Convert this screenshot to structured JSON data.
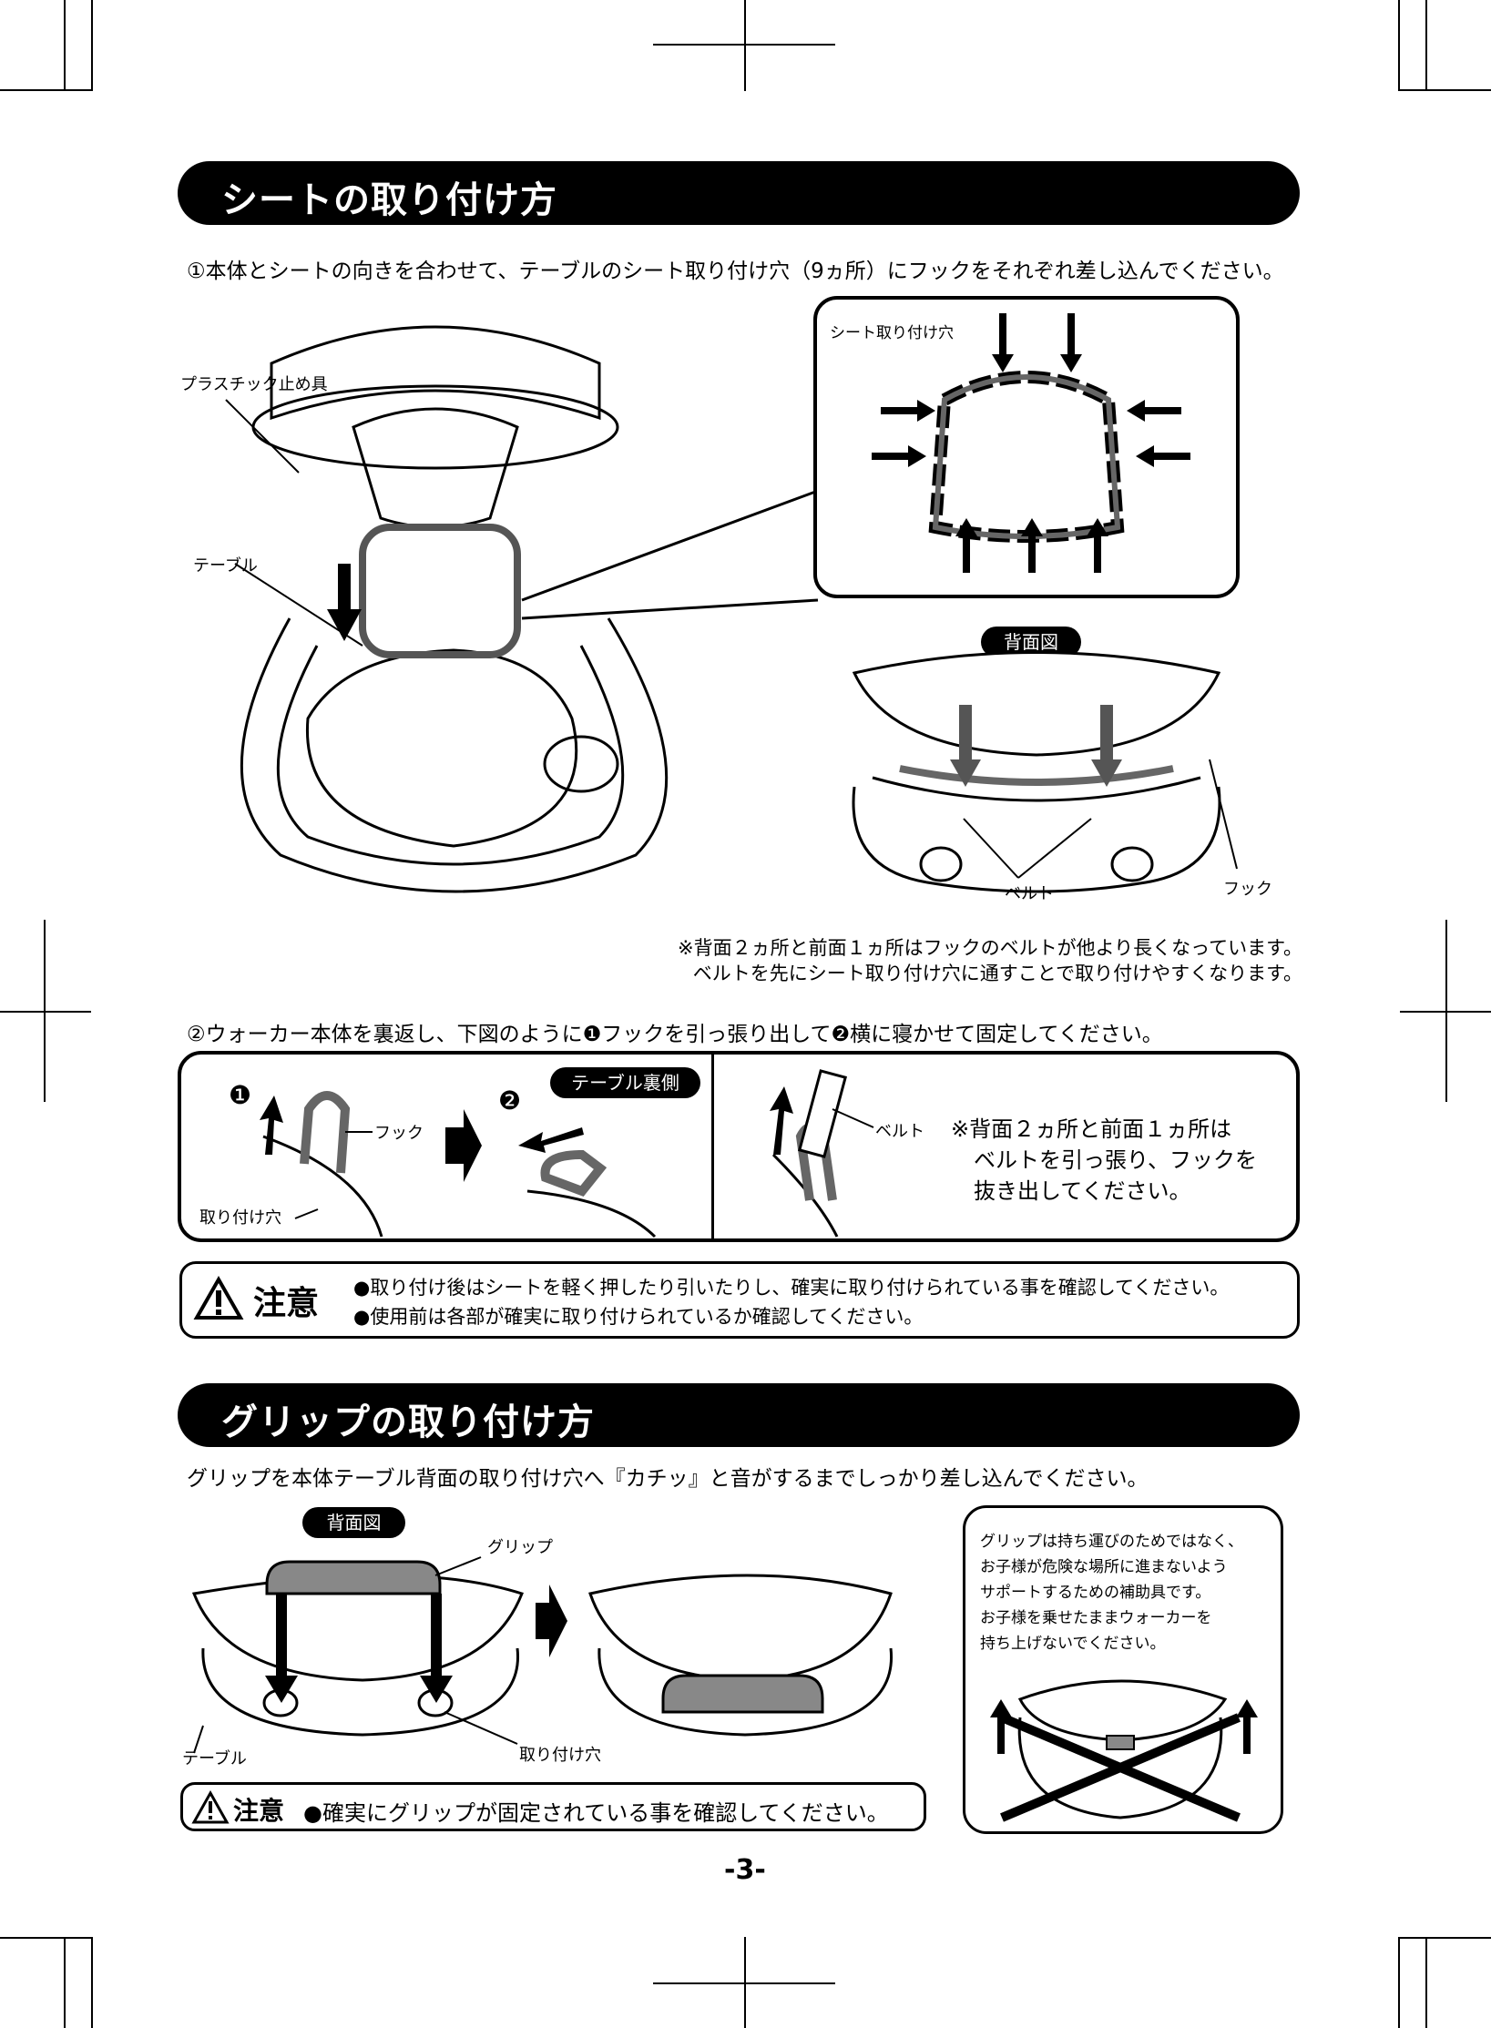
{
  "section1": {
    "title": "シートの取り付け方",
    "step1": "①本体とシートの向きを合わせて、テーブルのシート取り付け穴（9ヵ所）にフックをそれぞれ差し込んでください。",
    "labels": {
      "plastic_stopper": "プラスチック止め具",
      "table": "テーブル",
      "seat_holes": "シート取り付け穴",
      "rear_view": "背面図",
      "belt": "ベルト",
      "hook": "フック"
    },
    "notes": [
      "※背面２ヵ所と前面１ヵ所はフックのベルトが他より長くなっています。",
      "ベルトを先にシート取り付け穴に通すことで取り付けやすくなります。"
    ],
    "step2": "②ウォーカー本体を裏返し、下図のように❶フックを引っ張り出して❷横に寝かせて固定してください。",
    "panel": {
      "num1": "❶",
      "num2": "❷",
      "hook": "フック",
      "mount_hole": "取り付け穴",
      "table_back": "テーブル裏側",
      "belt": "ベルト",
      "note": [
        "※背面２ヵ所と前面１ヵ所は",
        "ベルトを引っ張り、フックを",
        "抜き出してください。"
      ]
    },
    "caution": {
      "label": "注意",
      "lines": [
        "●取り付け後はシートを軽く押したり引いたりし、確実に取り付けられている事を確認してください。",
        "●使用前は各部が確実に取り付けられているか確認してください。"
      ]
    }
  },
  "section2": {
    "title": "グリップの取り付け方",
    "instruction": "グリップを本体テーブル背面の取り付け穴へ『カチッ』と音がするまでしっかり差し込んでください。",
    "labels": {
      "rear_view": "背面図",
      "grip": "グリップ",
      "table": "テーブル",
      "mount_hole": "取り付け穴"
    },
    "warning_box": [
      "グリップは持ち運びのためではなく、",
      "お子様が危険な場所に進まないよう",
      "サポートするための補助具です。",
      "お子様を乗せたままウォーカーを",
      "持ち上げないでください。"
    ],
    "caution": {
      "label": "注意",
      "text": "●確実にグリップが固定されている事を確認してください。"
    }
  },
  "page_number": "-3-"
}
